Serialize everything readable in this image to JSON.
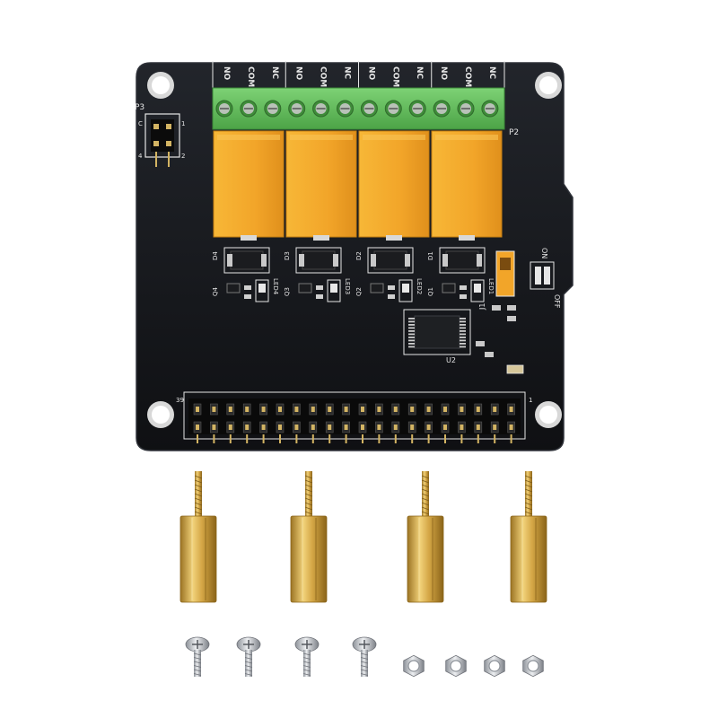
{
  "board": {
    "terminal_labels": [
      "NO",
      "COM",
      "NC",
      "NO",
      "COM",
      "NC",
      "NO",
      "COM",
      "NC",
      "NO",
      "COM",
      "NC"
    ],
    "header_p2": "P2",
    "header_p3": "P3",
    "p3_pins": [
      "C",
      "1",
      "4",
      "2"
    ],
    "diode_labels": [
      "D4",
      "D3",
      "D2",
      "D1"
    ],
    "transistor_labels": [
      "Q4",
      "Q3",
      "Q2",
      "Q1"
    ],
    "led_labels": [
      "LED4",
      "LED3",
      "LED2",
      "LED1"
    ],
    "ic_label": "U2",
    "jumper_label": "J1",
    "switch_on": "ON",
    "switch_off": "OFF",
    "gpio_pin_first": "39",
    "gpio_pin_last": "1",
    "colors": {
      "pcb": "#15171b",
      "terminal": "#5fbf5a",
      "relay": "#f1a72a",
      "brass": "#c89a3c",
      "steel": "#b8bcc2"
    }
  },
  "hardware": {
    "standoff_count": 4,
    "screw_count": 4,
    "nut_count": 4
  }
}
